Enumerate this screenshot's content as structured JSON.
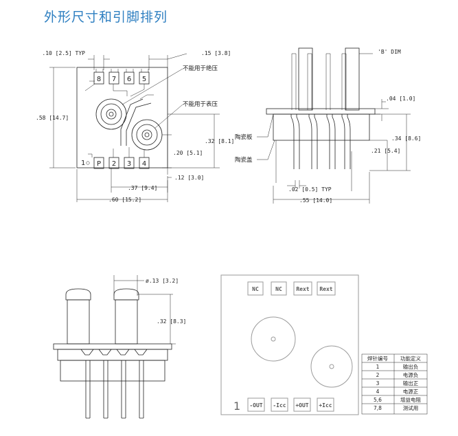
{
  "title": "外形尺寸和引脚排列",
  "top_view": {
    "dims": {
      "pad_pitch": ".10 [2.5] TYP",
      "right_margin": ".15 [3.8]",
      "height": ".58 [14.7]",
      "port_span": ".32 [8.1]",
      "port_offset": ".20 [5.1]",
      "pad_bottom": ".12 [3.0]",
      "port_x": ".37 [9.4]",
      "width": ".60 [15.2]"
    },
    "top_pins": [
      "8",
      "7",
      "6",
      "5"
    ],
    "bottom_pins": [
      "P",
      "2",
      "3",
      "4"
    ],
    "pin1_label": "1",
    "callouts": [
      "不能用于绝压",
      "不能用于表压"
    ]
  },
  "side_view": {
    "dims": {
      "b_dim": "'B' DIM",
      "plate_thick": ".04 [1.0]",
      "total_h": ".34 [8.6]",
      "lead_len": ".21 [5.4]",
      "lead_w": ".02 [0.5] TYP",
      "width": ".55 [14.0]"
    },
    "labels": [
      "陶瓷板",
      "陶瓷盖"
    ]
  },
  "front_view": {
    "dims": {
      "port_dia": "ø.13 [3.2]",
      "port_h": ".32 [8.3]"
    }
  },
  "chip_view": {
    "top_pads": [
      "NC",
      "NC",
      "Rext",
      "Rext"
    ],
    "bottom_pads": [
      "-OUT",
      "-Icc",
      "+OUT",
      "+Icc"
    ],
    "pin1_label": "1"
  },
  "pin_table": {
    "headers": [
      "焊针编号",
      "功能定义"
    ],
    "rows": [
      [
        "1",
        "输出负"
      ],
      [
        "2",
        "电源负"
      ],
      [
        "3",
        "输出正"
      ],
      [
        "4",
        "电源正"
      ],
      [
        "5,6",
        "增益电阻"
      ],
      [
        "7,8",
        "测试用"
      ]
    ]
  }
}
